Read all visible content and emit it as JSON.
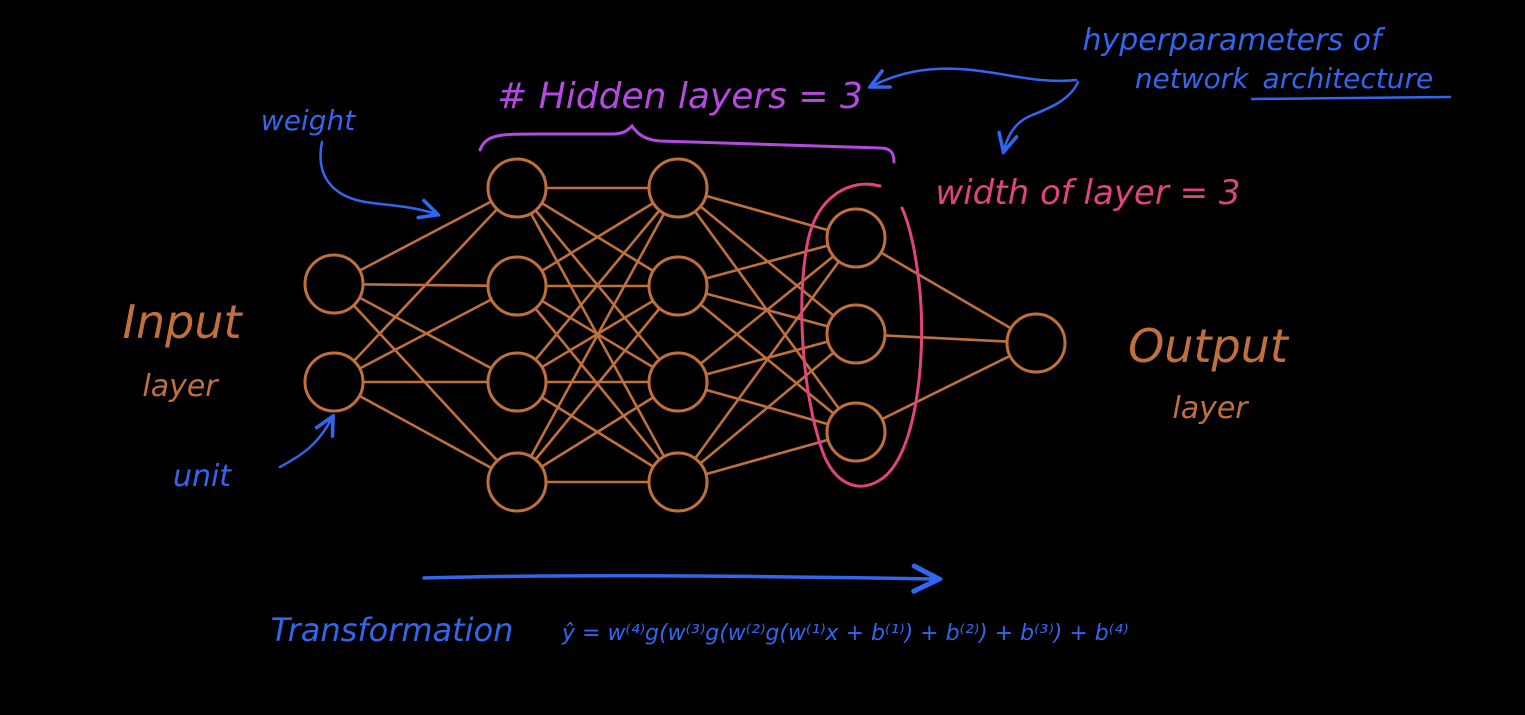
{
  "diagram": {
    "layers": [
      2,
      4,
      4,
      3,
      1
    ],
    "labels": {
      "input_line1": "Input",
      "input_line2": "layer",
      "output_line1": "Output",
      "output_line2": "layer",
      "weight": "weight",
      "unit": "unit",
      "hidden_layers": "# Hidden layers = 3",
      "width_of_layer": "width of layer = 3",
      "hyper_line1": "hyperparameters of",
      "hyper_line2_prefix": "network",
      "hyper_line2_underlined": "architecture",
      "transformation": "Transformation",
      "formula": "ŷ = w⁽⁴⁾g(w⁽³⁾g(w⁽²⁾g(w⁽¹⁾x + b⁽¹⁾) + b⁽²⁾) + b⁽³⁾) + b⁽⁴⁾"
    },
    "colors": {
      "background": "#000000",
      "network": "#c0703c",
      "annotation_blue": "#3366ee",
      "hidden_purple": "#b44ae0",
      "width_pink": "#e0457a"
    }
  }
}
